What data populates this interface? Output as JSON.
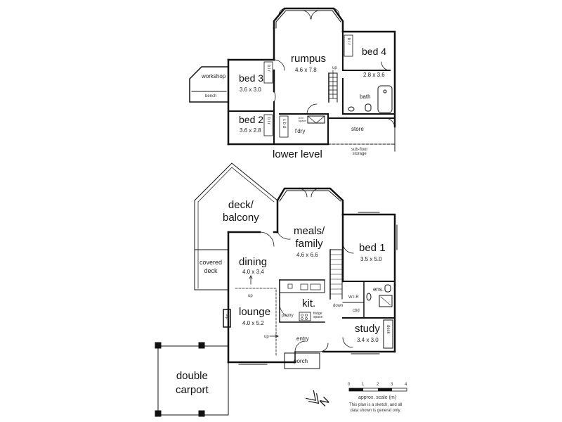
{
  "lower": {
    "rumpus": {
      "name": "rumpus",
      "dim": "4.6 x 7.8"
    },
    "bed4": {
      "name": "bed 4",
      "dim": "2.8 x 3.6"
    },
    "bed3": {
      "name": "bed 3",
      "dim": "3.6 x 3.0"
    },
    "bed2": {
      "name": "bed 2",
      "dim": "3.6 x 2.8"
    },
    "workshop": "workshop",
    "bench": "bench",
    "bath": "bath",
    "ldry": "l'dry",
    "store": "store",
    "subfloor": "sub-floor\nstorage",
    "bir": "b i r",
    "cbd": "c b d",
    "washer": "w.m\nspace",
    "up": "up",
    "title": "lower level"
  },
  "upper": {
    "deck": "deck/\nbalcony",
    "covered": "covered\ndeck",
    "meals": {
      "name": "meals/\nfamily",
      "dim": "4.6 x 6.6"
    },
    "dining": {
      "name": "dining",
      "dim": "4.0 x 3.4"
    },
    "lounge": {
      "name": "lounge",
      "dim": "4.0 x 5.2"
    },
    "kit": "kit.",
    "bed1": {
      "name": "bed 1",
      "dim": "3.5 x 5.0"
    },
    "study": {
      "name": "study",
      "dim": "3.4 x 3.0"
    },
    "ens": "ens.",
    "wir": "W.I.R",
    "cbd": "cbd",
    "desk": "desk",
    "pantry": "pantry",
    "fridge": "fridge\nspace",
    "down": "down",
    "up1": "up",
    "up2": "up",
    "entry": "entry",
    "porch": "porch",
    "carport": "double\ncarport",
    "ofp": "ofp"
  },
  "scale": {
    "ticks": [
      "0",
      "1",
      "2",
      "3",
      "4"
    ],
    "label": "approx. scale (m)",
    "disclaimer": "This plan is a sketch, and all\ndata shown is general only."
  },
  "compass": {
    "letter": "N"
  }
}
